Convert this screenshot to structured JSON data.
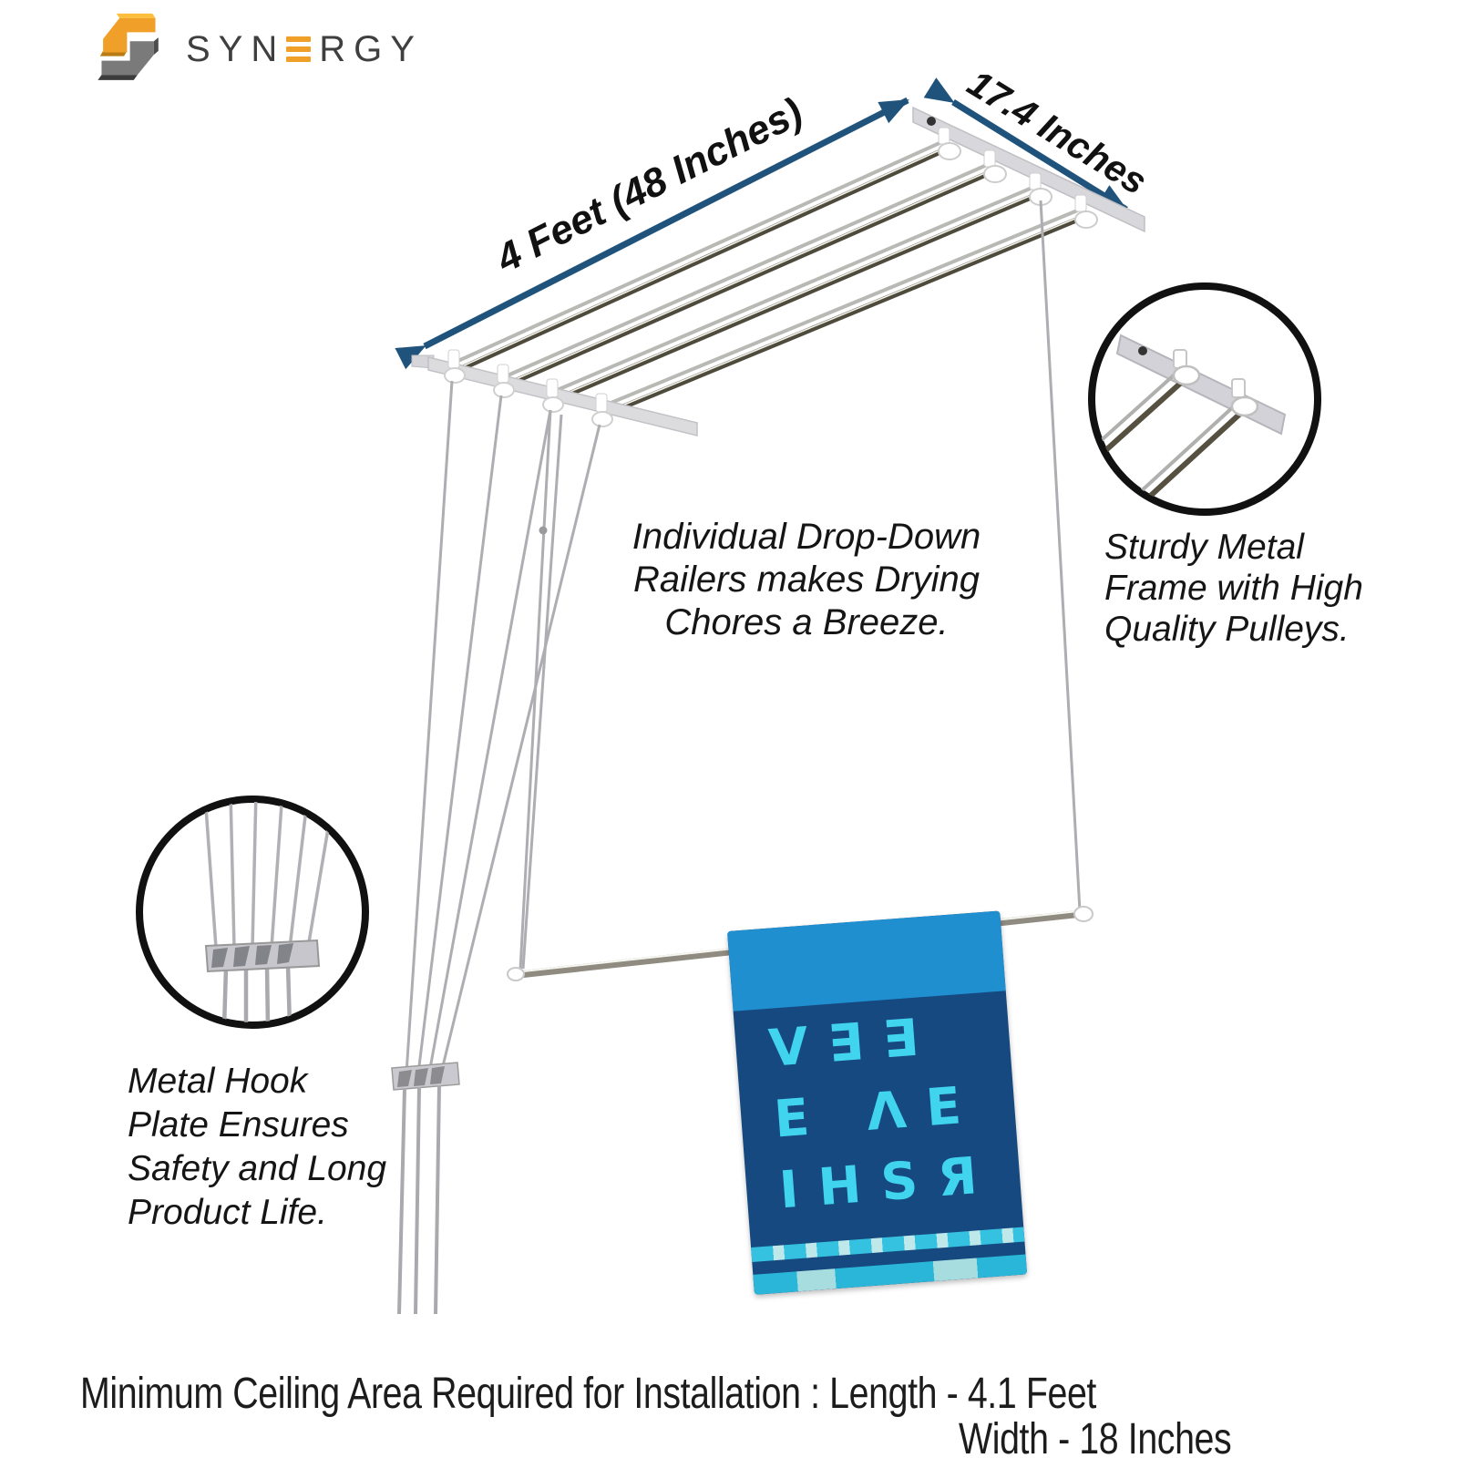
{
  "brand": {
    "prefix": "SYN",
    "suffix": "RGY"
  },
  "dimension_labels": {
    "length": "4 Feet (48 Inches)",
    "width": "17.4 Inches"
  },
  "annotations": {
    "center_lines": [
      "Individual Drop-Down",
      "Railers makes Drying",
      "Chores a Breeze."
    ],
    "right_lines": [
      "Sturdy Metal",
      "Frame with High",
      "Quality Pulleys."
    ],
    "left_lines": [
      "Metal Hook",
      "Plate Ensures",
      "Safety and Long",
      "Product Life."
    ]
  },
  "footer": {
    "line1": "Minimum Ceiling Area Required for Installation : Length - 4.1 Feet",
    "line2": "Width - 18 Inches"
  },
  "towel": {
    "letter_rows": [
      "V∃∃",
      "E ΛE",
      "IHSЯ"
    ]
  },
  "colors": {
    "arrow_blue": "#1f537c",
    "logo_orange": "#f0a028",
    "logo_gray": "#7a7a7a",
    "towel_top_band": "#1f8fd0",
    "towel_body": "#15497f",
    "towel_letters": "#41d4ef",
    "towel_stripe": "#2ab6d9"
  }
}
